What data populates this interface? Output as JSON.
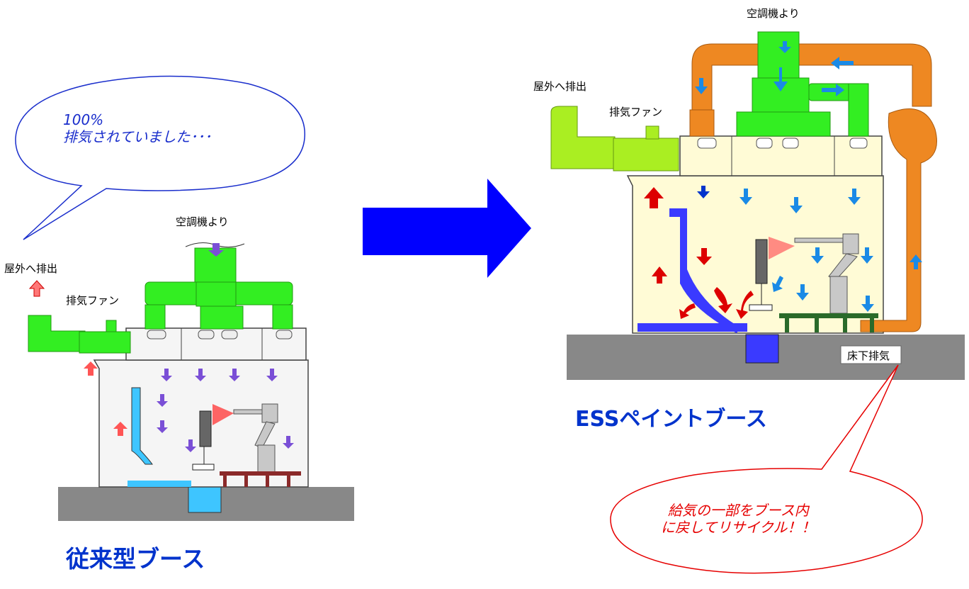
{
  "left_booth": {
    "bubble_text": "100%\n排気されていました･･･",
    "label_ac": "空調機より",
    "label_outdoor": "屋外へ排出",
    "label_fan": "排気ファン",
    "caption": "従来型ブース"
  },
  "right_booth": {
    "label_ac": "空調機より",
    "label_outdoor": "屋外へ排出",
    "label_fan": "排気ファン",
    "label_floor": "床下排気",
    "caption": "ESSペイントブース",
    "bubble_text": "給気の一部をブース内\nに戻してリサイクル！！"
  },
  "colors": {
    "duct_green": "#33ee22",
    "exhaust_green": "#aaee22",
    "recycle_orange": "#ee8822",
    "booth_fill": "#fffbd6",
    "floor_gray": "#888888",
    "arrow_blue": "#0000ff",
    "air_down_blue": "#1a8ae6",
    "air_up_red": "#dd0000",
    "water_blue": "#3399ff",
    "left_bubble": "#1a2ecc",
    "right_bubble": "#e60000"
  }
}
